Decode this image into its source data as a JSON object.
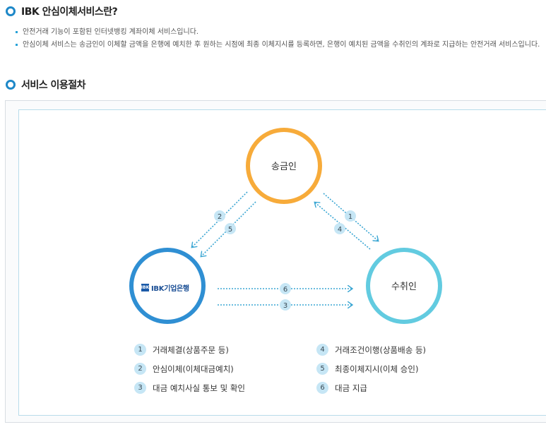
{
  "intro": {
    "title": "IBK 안심이체서비스란?",
    "items": [
      "안전거래 기능이 포함된 인터넷뱅킹 계좌이체 서비스입니다.",
      "안심이체 서비스는 송금인이 이체할 금액을 은행에 예치한 후 원하는 시점에 최종 이체지시를 등록하면, 은행이 예치된 금액을 수취인의 계좌로 지급하는 안전거래 서비스입니다."
    ]
  },
  "procedure": {
    "title": "서비스 이용절차"
  },
  "diagram": {
    "sender": "송금인",
    "recipient": "수취인",
    "bank_logo": "IBK기업은행",
    "bank_logo_mark": "IBK",
    "colors": {
      "sender": "#f7ab3a",
      "bank": "#2f8fd3",
      "recipient": "#62cbe0",
      "arrow": "#3aa6d3",
      "step_circle": "#c6e6f5"
    },
    "arrows": [
      {
        "from": "sender",
        "to": "bank",
        "steps": [
          "2",
          "5"
        ]
      },
      {
        "from": "sender",
        "to": "recipient",
        "steps": [
          "1"
        ]
      },
      {
        "from": "recipient",
        "to": "sender",
        "steps": [
          "4"
        ]
      },
      {
        "from": "bank",
        "to": "recipient",
        "steps": [
          "6",
          "3"
        ]
      }
    ]
  },
  "legend": [
    {
      "num": "1",
      "text": "거래체결(상품주문 등)"
    },
    {
      "num": "2",
      "text": "안심이체(이체대금예치)"
    },
    {
      "num": "3",
      "text": "대금 예치사실 통보 및 확인"
    },
    {
      "num": "4",
      "text": "거래조건이행(상품배송 등)"
    },
    {
      "num": "5",
      "text": "최종이체지시(이체 승인)"
    },
    {
      "num": "6",
      "text": "대금 지급"
    }
  ]
}
